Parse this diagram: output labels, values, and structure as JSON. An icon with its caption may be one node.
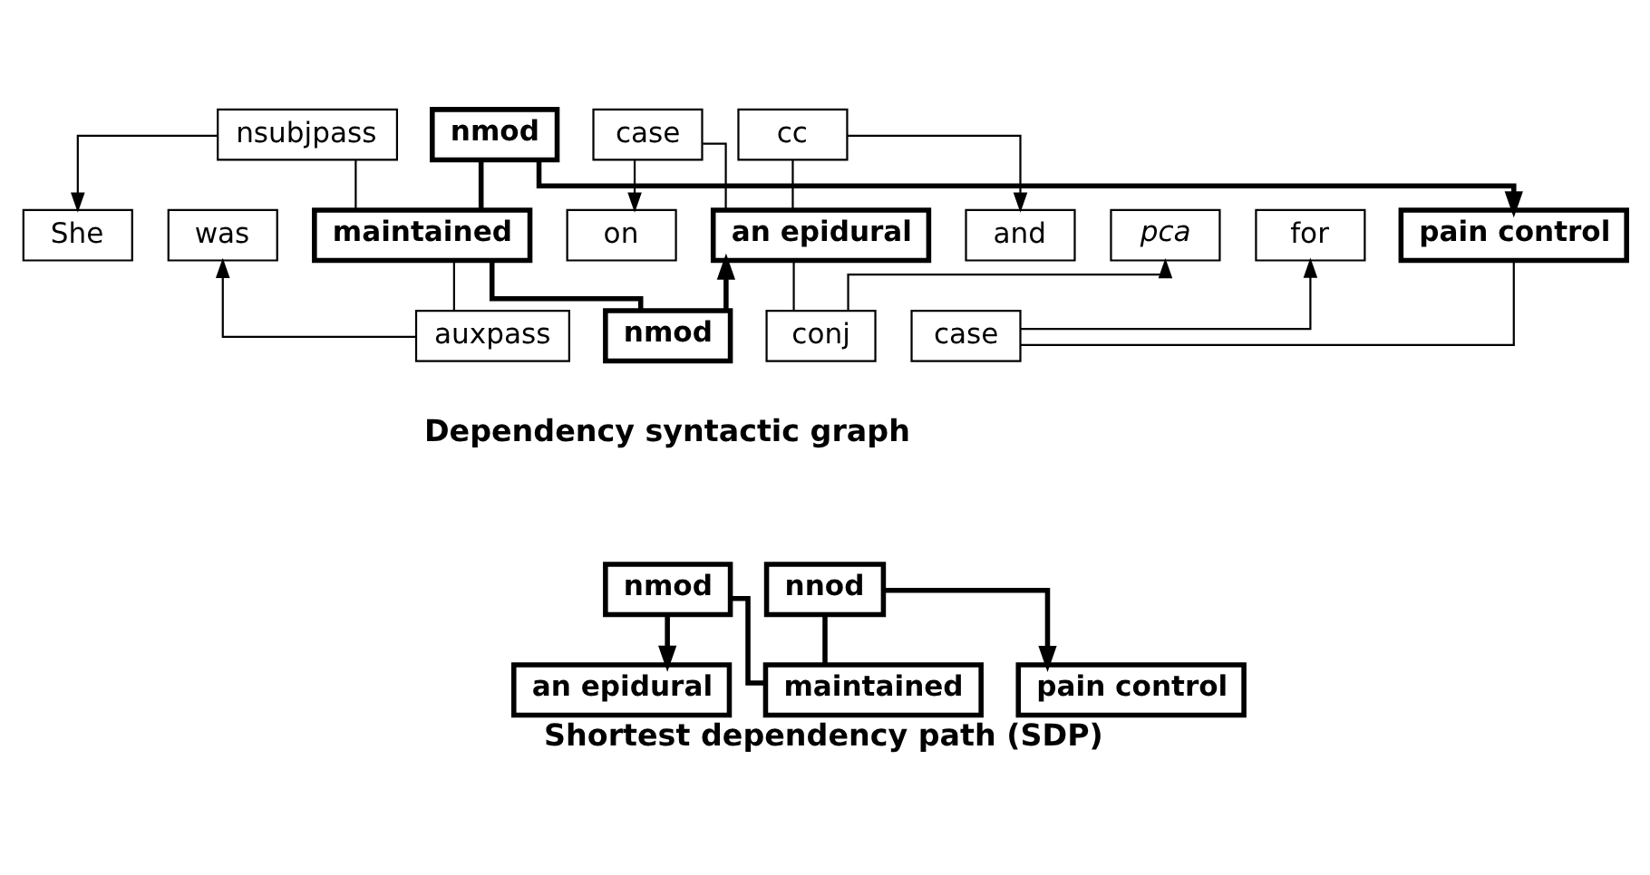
{
  "diagram": {
    "caption": "Shortest dependency path (SDP)",
    "nodes": [
      {
        "text": [
          "She"
        ]
      },
      {
        "text": [
          "was"
        ]
      },
      {
        "text": [
          "maintained"
        ]
      },
      {
        "text": [
          "on"
        ]
      },
      {
        "text": [
          "an epidural"
        ]
      },
      {
        "text": [
          "and"
        ]
      },
      {
        "text": [
          "pca"
        ]
      },
      {
        "text": [
          "for"
        ]
      },
      {
        "text": [
          "pain control"
        ]
      },
      {
        "text": [
          "nsubjpass"
        ]
      },
      {
        "text": [
          "auxpass"
        ]
      },
      {
        "text": [
          "nmod"
        ]
      },
      {
        "text": [
          "nmod"
        ]
      },
      {
        "text": [
          "case"
        ]
      },
      {
        "text": [
          "cc"
        ]
      },
      {
        "text": [
          "conj"
        ]
      },
      {
        "text": [
          "case"
        ]
      },
      {
        "text": [
          "an epidural"
        ]
      },
      {
        "text": [
          "maintained"
        ]
      },
      {
        "text": [
          "pain control"
        ]
      },
      {
        "text": [
          "nmod"
        ]
      },
      {
        "text": [
          "nnod"
        ]
      }
    ],
    "edges": [
      {
        "from": 2,
        "to": 9,
        "arrow": "none"
      },
      {
        "from": 9,
        "to": 0,
        "arrow": "to"
      },
      {
        "from": 2,
        "to": 10,
        "arrow": "none"
      },
      {
        "from": 10,
        "to": 1,
        "arrow": "to"
      },
      {
        "from": 2,
        "to": 11,
        "arrow": "none",
        "style": "thick"
      },
      {
        "from": 11,
        "to": 8,
        "arrow": "to",
        "style": "thick"
      },
      {
        "from": 2,
        "to": 12,
        "arrow": "none",
        "style": "thick"
      },
      {
        "from": 12,
        "to": 4,
        "arrow": "to",
        "style": "thick"
      },
      {
        "from": 4,
        "to": 13,
        "arrow": "none"
      },
      {
        "from": 13,
        "to": 3,
        "arrow": "to"
      },
      {
        "from": 4,
        "to": 14,
        "arrow": "none"
      },
      {
        "from": 14,
        "to": 5,
        "arrow": "to"
      },
      {
        "from": 4,
        "to": 15,
        "arrow": "none"
      },
      {
        "from": 15,
        "to": 6,
        "arrow": "to"
      },
      {
        "from": 8,
        "to": 16,
        "arrow": "none"
      },
      {
        "from": 16,
        "to": 7,
        "arrow": "to"
      },
      {
        "from": 18,
        "to": 20,
        "arrow": "none",
        "style": "thick"
      },
      {
        "from": 20,
        "to": 17,
        "arrow": "to",
        "style": "thick"
      },
      {
        "from": 18,
        "to": 21,
        "arrow": "none",
        "style": "thick"
      },
      {
        "from": 21,
        "to": 19,
        "arrow": "to",
        "style": "thick"
      }
    ],
    "labels": [
      "Dependency syntactic graph"
    ]
  }
}
